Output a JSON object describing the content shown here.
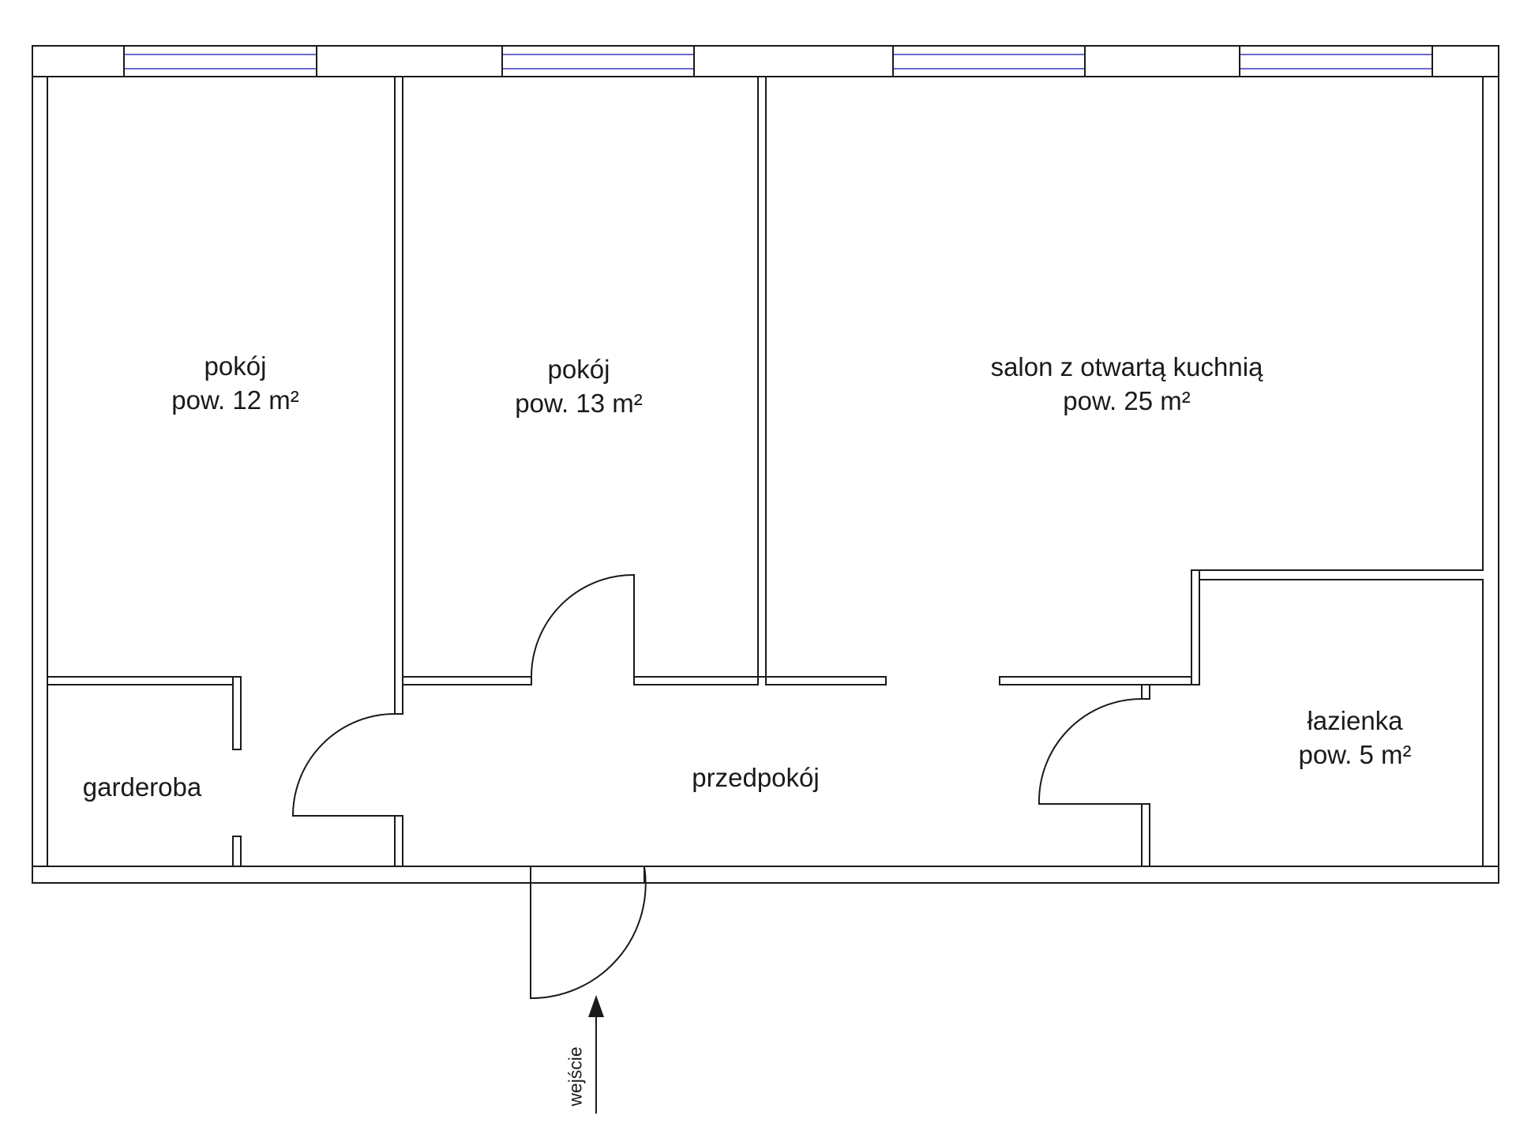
{
  "rooms": [
    {
      "id": "bedroom-1",
      "name": "pokój",
      "area": "pow. 12 m²"
    },
    {
      "id": "bedroom-2",
      "name": "pokój",
      "area": "pow. 13 m²"
    },
    {
      "id": "living",
      "name": "salon z otwartą kuchnią",
      "area": "pow. 25 m²"
    },
    {
      "id": "bathroom",
      "name": "łazienka",
      "area": "pow. 5 m²"
    },
    {
      "id": "wardrobe",
      "name": "garderoba"
    },
    {
      "id": "hallway",
      "name": "przedpokój"
    }
  ],
  "entrance": {
    "label": "wejście"
  },
  "colors": {
    "walls": "#1a1a1a",
    "window_glass": "#6a6ad0",
    "background": "#ffffff"
  }
}
